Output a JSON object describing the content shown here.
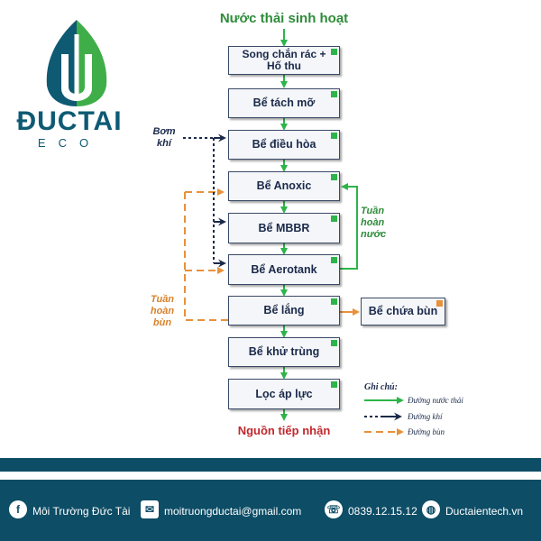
{
  "brand": {
    "name": "ĐUCTAI",
    "sub": "ECO"
  },
  "diagram": {
    "source": "Nước thải sinh hoạt",
    "steps": [
      "Song chắn rác +\nHố thu",
      "Bể tách mỡ",
      "Bể điều hòa",
      "Bể Anoxic",
      "Bể MBBR",
      "Bể Aerotank",
      "Bể lắng",
      "Bể khử trùng",
      "Lọc áp lực"
    ],
    "sludge_tank": "Bể chứa bùn",
    "output": "Nguồn tiếp nhận",
    "air_label": "Bơm\nkhí",
    "water_recycle_label": "Tuần\nhoàn\nnước",
    "sludge_recycle_label": "Tuần\nhoàn\nbùn"
  },
  "legend": {
    "title": "Ghi chú:",
    "items": [
      {
        "label": "Đường nước thải",
        "color": "#2eb44a"
      },
      {
        "label": "Đường khí",
        "color": "#1b2a4a"
      },
      {
        "label": "Đường bùn",
        "color": "#e7913a"
      }
    ]
  },
  "footer": {
    "facebook": "Môi Trường Đức Tài",
    "email": "moitruongductai@gmail.com",
    "phone": "0839.12.15.12",
    "website": "Ductaientech.vn"
  },
  "colors": {
    "water": "#2eb44a",
    "air": "#1b2a4a",
    "sludge": "#e7913a",
    "footer": "#0d4d66",
    "logo_teal": "#0e5a73",
    "logo_green": "#3fae49"
  }
}
